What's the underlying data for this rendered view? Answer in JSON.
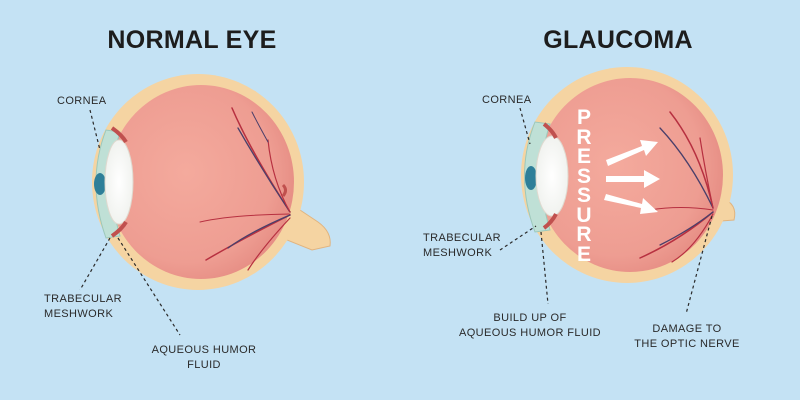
{
  "normal": {
    "title": "NORMAL EYE",
    "cornea": "CORNEA",
    "trabecular": [
      "TRABECULAR",
      "MESHWORK"
    ],
    "aqueous": [
      "AQUEOUS HUMOR",
      "FLUID"
    ]
  },
  "glaucoma": {
    "title": "GLAUCOMA",
    "cornea": "CORNEA",
    "trabecular": [
      "TRABECULAR",
      "MESHWORK"
    ],
    "buildup": [
      "BUILD UP OF",
      "AQUEOUS HUMOR FLUID"
    ],
    "damage": [
      "DAMAGE TO",
      "THE OPTIC NERVE"
    ],
    "pressure_letters": [
      "P",
      "R",
      "E",
      "S",
      "S",
      "U",
      "R",
      "E"
    ]
  },
  "colors": {
    "background": "#c4e2f4",
    "sclera": "#f5d4a2",
    "vitreous": "#ef9f95",
    "vessel": "#b73040",
    "dark_vessel": "#4a3f6a",
    "lens": "#ffffff",
    "cornea": "#bfe0d6",
    "pupil": "#2e7f99"
  }
}
